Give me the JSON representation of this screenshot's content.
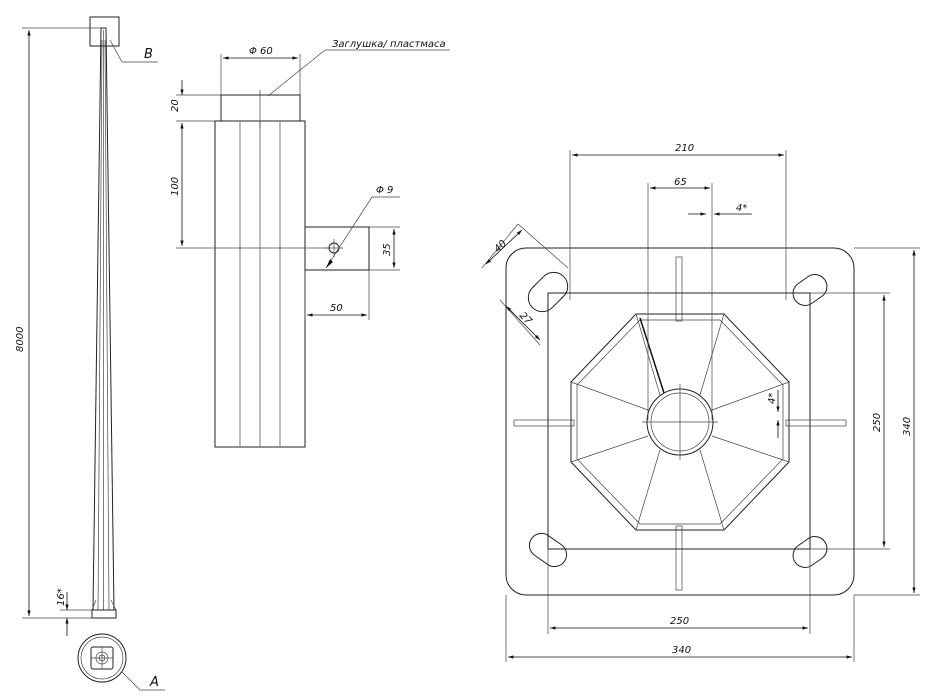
{
  "labels": {
    "detail_b": "B",
    "detail_a": "A",
    "plug_note": "Заглушка/ пластмаса"
  },
  "dimensions": {
    "height": "8000",
    "base_gap": "16*",
    "top_dia": "Φ 60",
    "cap_height": "20",
    "hole_offset": "100",
    "hole_dia": "Φ 9",
    "hole_height": "35",
    "hole_depth": "50",
    "bolt_spacing": "210",
    "tube_dia": "65",
    "rib_thickness_top": "4*",
    "slot_length": "40",
    "slot_width": "27",
    "rib_thickness_side": "4*",
    "inner_height": "250",
    "outer_height": "340",
    "inner_width": "250",
    "outer_width": "340"
  },
  "colors": {
    "line": "#222222",
    "background": "#ffffff"
  }
}
